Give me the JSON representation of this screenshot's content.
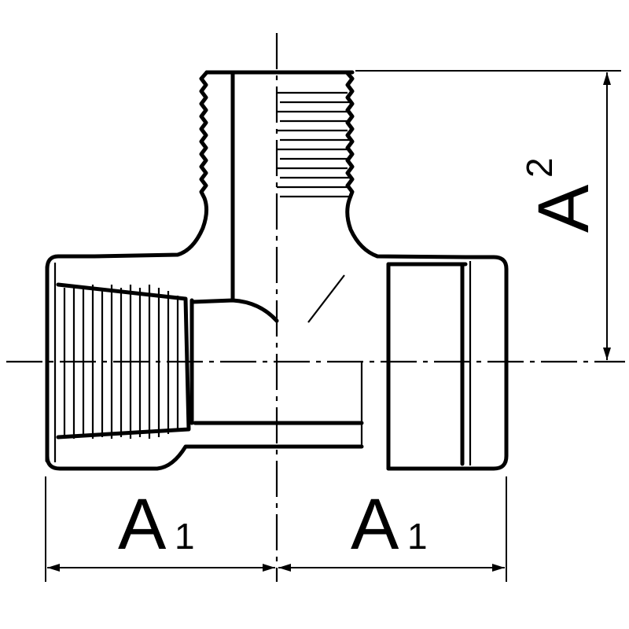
{
  "figure": {
    "labels": {
      "a1_left": {
        "main": "A",
        "sub": "1"
      },
      "a1_right": {
        "main": "A",
        "sub": "1"
      },
      "a2": {
        "main": "A",
        "sub": "2"
      }
    }
  }
}
